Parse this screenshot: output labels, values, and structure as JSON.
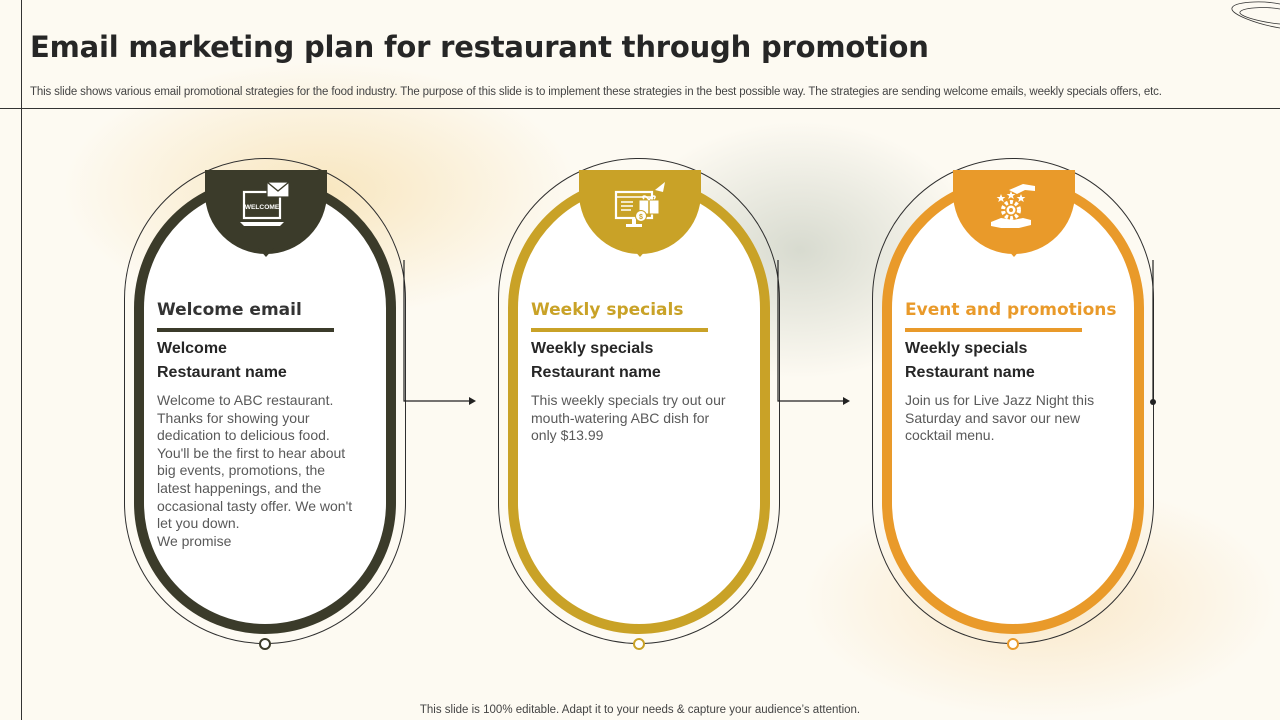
{
  "header": {
    "title": "Email marketing plan for restaurant through promotion",
    "subtitle": "This slide shows various email promotional strategies for the food industry. The purpose of this slide is to implement these strategies in the best possible way. The strategies are sending welcome emails, weekly specials offers, etc."
  },
  "cards": [
    {
      "heading": "Welcome email",
      "line1": "Welcome",
      "line2": "Restaurant name",
      "body": "Welcome to ABC restaurant. Thanks for showing your dedication to delicious food. You'll be the first to hear about big events, promotions, the latest happenings, and the occasional tasty offer. We won't let you down.\nWe promise",
      "icon_label": "WELCOME",
      "icon": "welcome-laptop-envelope-icon",
      "color": "#3b3b2a"
    },
    {
      "heading": "Weekly specials",
      "line1": "Weekly specials",
      "line2": "Restaurant name",
      "body": "This weekly specials try out our mouth-watering ABC dish for only $13.99",
      "icon": "monitor-gift-icon",
      "color": "#c9a227"
    },
    {
      "heading": "Event and promotions",
      "line1": "Weekly specials",
      "line2": "Restaurant name",
      "body": "Join us for Live Jazz Night this Saturday and savor our new cocktail menu.",
      "icon": "hands-gear-stars-icon",
      "color": "#e99a2a"
    }
  ],
  "footer": {
    "note": "This slide is 100% editable. Adapt it to your needs & capture your audience’s attention."
  }
}
